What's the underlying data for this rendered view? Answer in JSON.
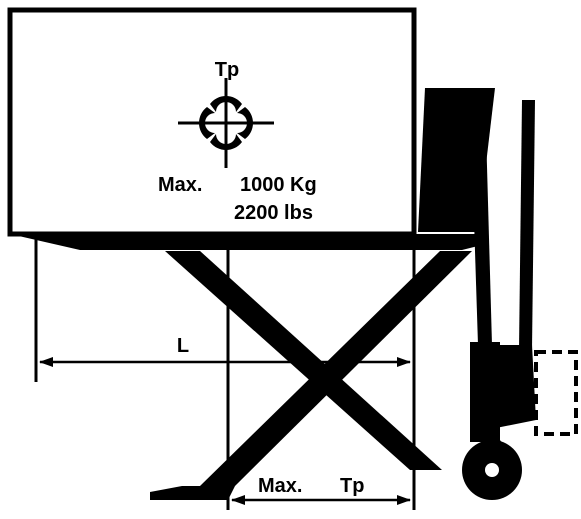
{
  "labels": {
    "center_of_gravity": "Tp",
    "max_prefix": "Max.",
    "capacity_kg": "1000 Kg",
    "capacity_lbs": "2200 lbs",
    "length": "L",
    "max_tp_max": "Max.",
    "max_tp_tp": "Tp"
  },
  "colors": {
    "ink": "#000000",
    "background": "#ffffff"
  },
  "icons": {
    "center_of_gravity": "center-of-gravity-icon"
  }
}
